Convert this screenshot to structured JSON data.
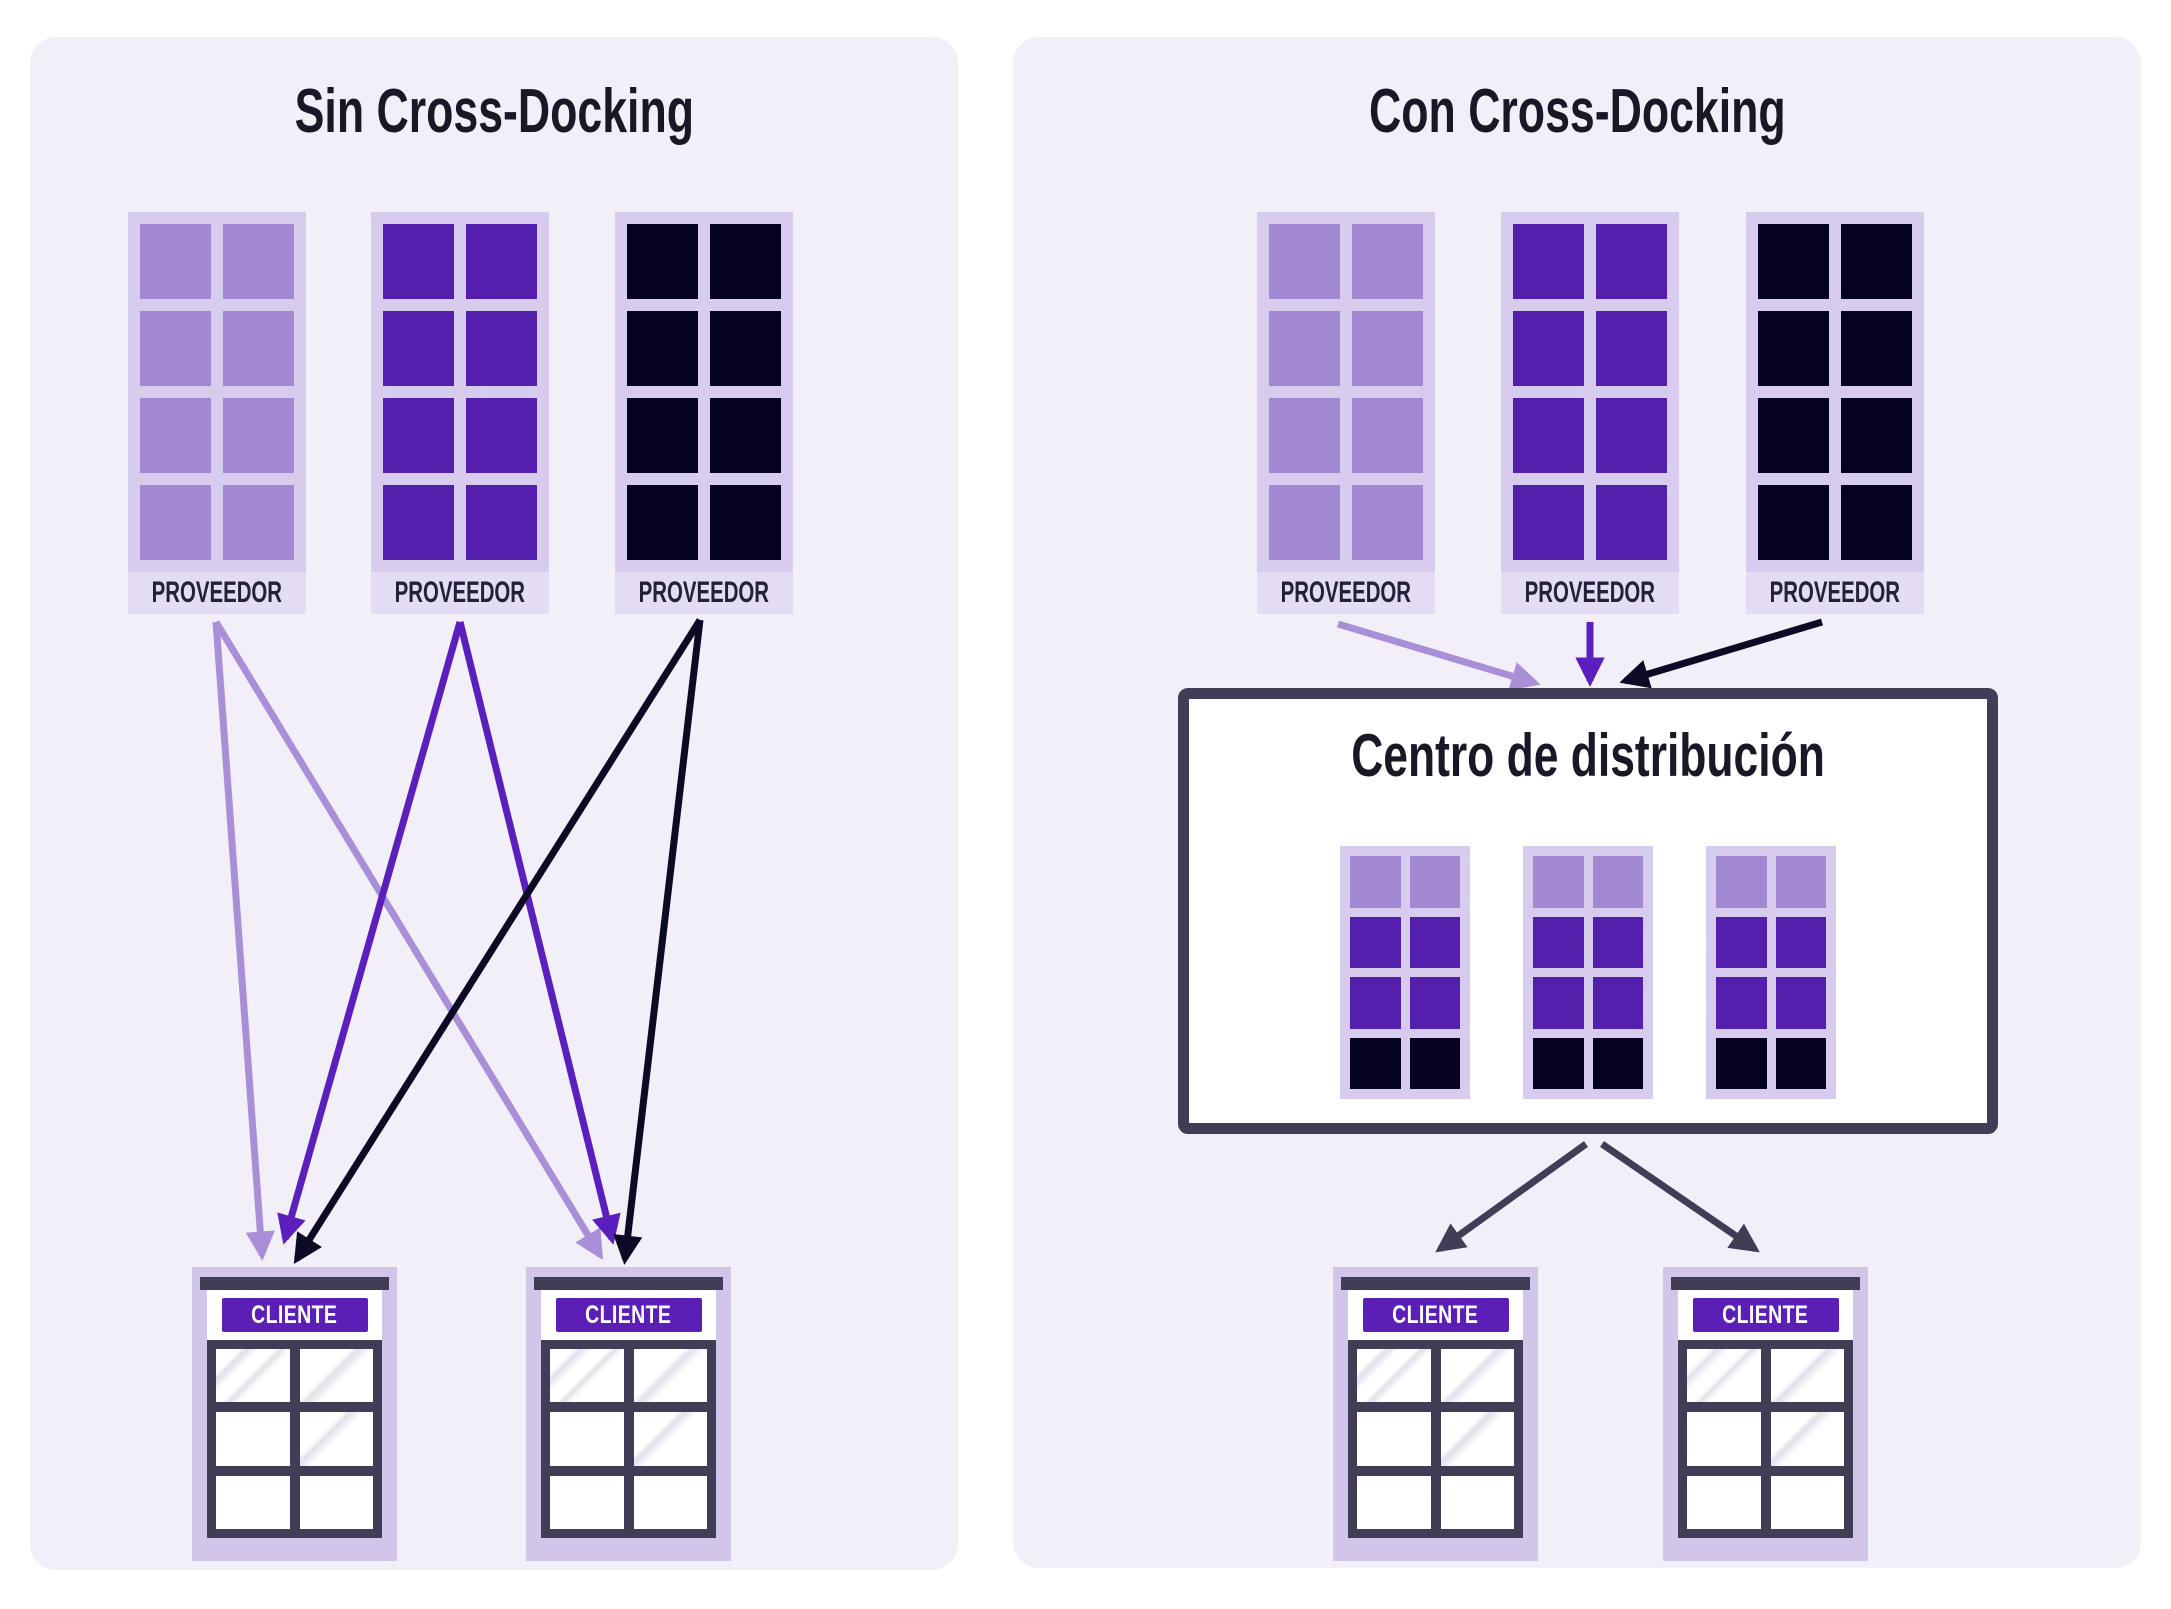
{
  "colors": {
    "panel_bg": "#f2eff9",
    "pallet_frame": "#d7cbee",
    "pallet_label_bg": "#e4dbf4",
    "goods_light": "#a287d2",
    "goods_medium": "#551fad",
    "goods_dark": "#060322",
    "arrow_light": "#a98fd8",
    "arrow_medium": "#5b1fbe",
    "arrow_dark": "#0d0a26",
    "structure_slate": "#413d56",
    "badge_purple": "#5b1fb8",
    "title_text": "#1a1826",
    "label_text": "#23203b",
    "store_bg": "#d1c5ea",
    "glass_streak": "#e2e0ea",
    "dc_box_bg": "#ffffff"
  },
  "panels": {
    "left": {
      "title": "Sin Cross-Docking",
      "suppliers": [
        {
          "label": "PROVEEDOR",
          "goods": "light"
        },
        {
          "label": "PROVEEDOR",
          "goods": "medium"
        },
        {
          "label": "PROVEEDOR",
          "goods": "dark"
        }
      ],
      "clients": [
        {
          "label": "CLIENTE"
        },
        {
          "label": "CLIENTE"
        }
      ]
    },
    "right": {
      "title": "Con Cross-Docking",
      "suppliers": [
        {
          "label": "PROVEEDOR",
          "goods": "light"
        },
        {
          "label": "PROVEEDOR",
          "goods": "medium"
        },
        {
          "label": "PROVEEDOR",
          "goods": "dark"
        }
      ],
      "distribution_center": {
        "title": "Centro de distribución",
        "pallet_count": 3,
        "pallet_rows": [
          "light",
          "medium",
          "medium",
          "dark"
        ]
      },
      "clients": [
        {
          "label": "CLIENTE"
        },
        {
          "label": "CLIENTE"
        }
      ]
    }
  }
}
